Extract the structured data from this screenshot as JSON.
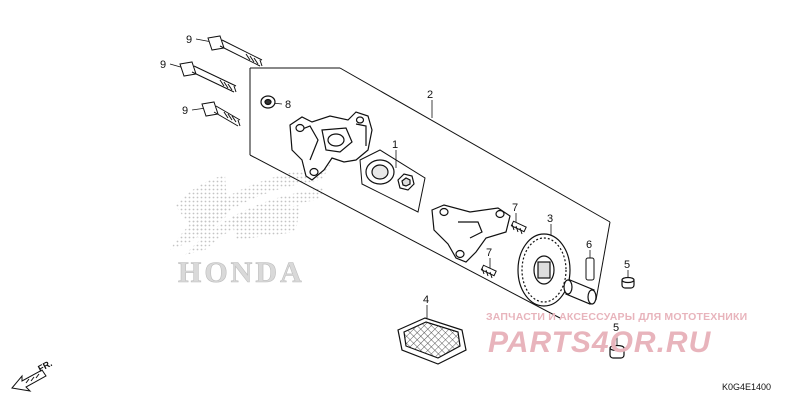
{
  "callouts": {
    "c9a": "9",
    "c9b": "9",
    "c9c": "9",
    "c8": "8",
    "c2": "2",
    "c1": "1",
    "c7a": "7",
    "c7b": "7",
    "c3": "3",
    "c6": "6",
    "c5a": "5",
    "c5b": "5",
    "c4": "4"
  },
  "watermark": {
    "logo_text": "HONDA",
    "tagline": "ЗАПЧАСТИ И АКСЕССУАРЫ ДЛЯ МОТОТЕХНИКИ",
    "brand": "PARTS4OR.RU"
  },
  "direction_label": "FR.",
  "diagram_code": "K0G4E1400",
  "colors": {
    "line": "#111111",
    "watermark_red": "#e8b4bc",
    "dot_gray": "#bdbdbd"
  }
}
